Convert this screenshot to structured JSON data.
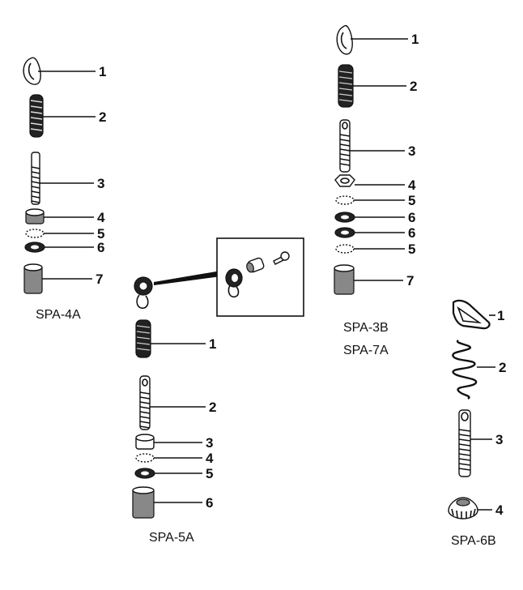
{
  "assemblies": [
    {
      "caption": "SPA-4A",
      "parts": [
        "1",
        "2",
        "3",
        "4",
        "5",
        "6",
        "7"
      ]
    },
    {
      "caption": "SPA-5A",
      "parts": [
        "1",
        "2",
        "3",
        "4",
        "5",
        "6"
      ]
    },
    {
      "caption": "SPA-3B",
      "caption2": "SPA-7A",
      "parts": [
        "1",
        "2",
        "3",
        "4",
        "5",
        "6",
        "6",
        "5",
        "7"
      ]
    },
    {
      "caption": "SPA-6B",
      "parts": [
        "1",
        "2",
        "3",
        "4"
      ]
    }
  ]
}
